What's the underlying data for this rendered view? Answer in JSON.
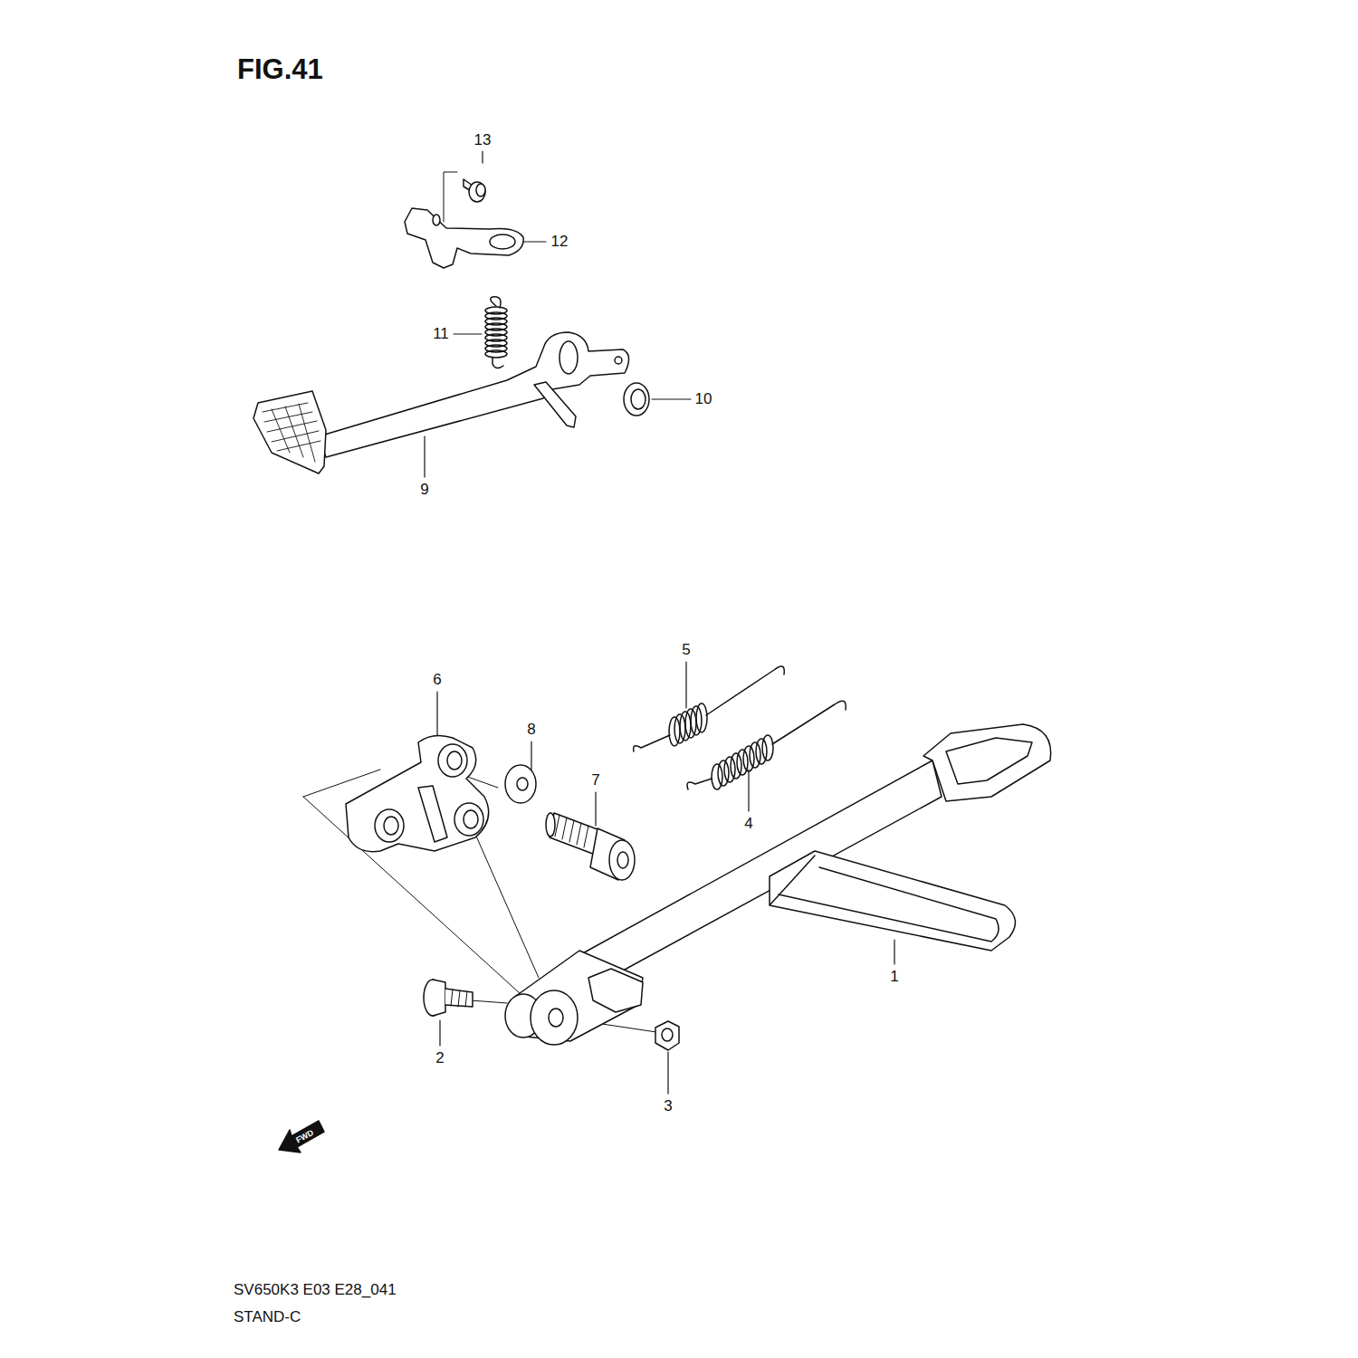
{
  "diagram": {
    "title": "FIG.41",
    "labels": [
      "13",
      "12",
      "11",
      "10",
      "9",
      "5",
      "6",
      "8",
      "7",
      "4",
      "1",
      "2",
      "3",
      "FWD",
      "SV650K3 E03 E28_041",
      "STAND-C"
    ]
  }
}
